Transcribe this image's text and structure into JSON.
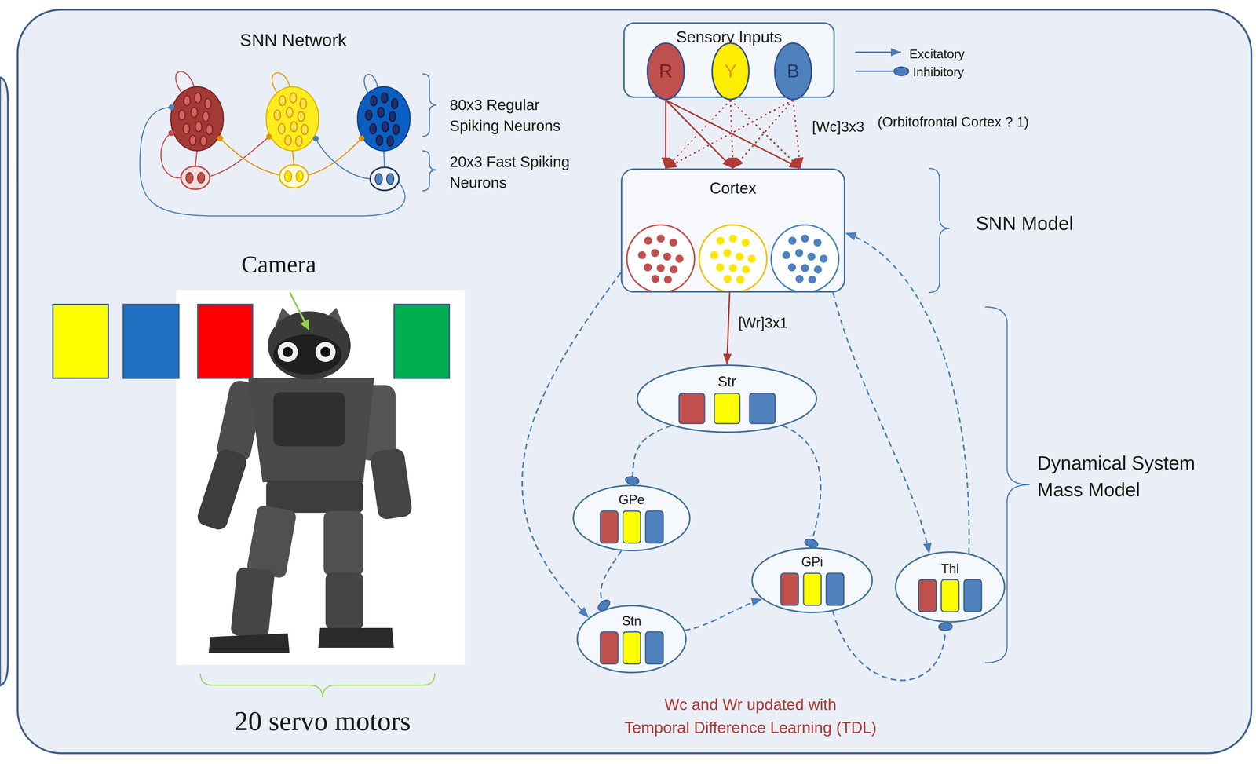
{
  "diagram": {
    "nodes": [
      {
        "text": [
          "Sensory Inputs"
        ]
      },
      {
        "text": [
          "R"
        ],
        "in": 0
      },
      {
        "text": [
          "Y"
        ],
        "in": 0
      },
      {
        "text": [
          "B"
        ],
        "in": 0
      },
      {
        "text": [
          "Cortex"
        ]
      },
      {
        "text": [
          "Str"
        ]
      },
      {
        "text": [
          "GPe"
        ]
      },
      {
        "text": [
          "GPi"
        ]
      },
      {
        "text": [
          "Thl"
        ]
      },
      {
        "text": [
          "Stn"
        ]
      }
    ],
    "edges": [
      {
        "from": 1,
        "to": 4,
        "arrow": "to"
      },
      {
        "from": 1,
        "to": 4,
        "arrow": "to"
      },
      {
        "from": 1,
        "to": 4,
        "arrow": "to"
      },
      {
        "from": 2,
        "to": 4,
        "arrow": "to"
      },
      {
        "from": 2,
        "to": 4,
        "arrow": "to"
      },
      {
        "from": 2,
        "to": 4,
        "arrow": "to"
      },
      {
        "from": 3,
        "to": 4,
        "arrow": "to"
      },
      {
        "from": 3,
        "to": 4,
        "arrow": "to"
      },
      {
        "from": 3,
        "to": 4,
        "arrow": "to"
      },
      {
        "from": 4,
        "to": 5,
        "label": "[Wr]3x1",
        "arrow": "to"
      },
      {
        "from": 5,
        "to": 6,
        "arrow": "to"
      },
      {
        "from": 5,
        "to": 7,
        "arrow": "to"
      },
      {
        "from": 4,
        "to": 9,
        "arrow": "to"
      },
      {
        "from": 6,
        "to": 9,
        "arrow": "to"
      },
      {
        "from": 9,
        "to": 7,
        "arrow": "to"
      },
      {
        "from": 7,
        "to": 8,
        "arrow": "to"
      },
      {
        "from": 4,
        "to": 8,
        "arrow": "to"
      },
      {
        "from": 8,
        "to": 4,
        "arrow": "to"
      }
    ],
    "labels": [
      "SNN Network",
      "80x3 Regular Spiking Neurons",
      "20x3 Fast Spiking Neurons",
      "Camera",
      "20 servo motors",
      "[Wc]3x3",
      "(Orbitofrontal Cortex ? 1)",
      "SNN Model",
      "Dynamical System Mass Model",
      "Wc and Wr updated with Temporal Difference Learning (TDL)"
    ],
    "legend": [
      {
        "text": "Excitatory"
      },
      {
        "text": "Inhibitory"
      }
    ]
  }
}
